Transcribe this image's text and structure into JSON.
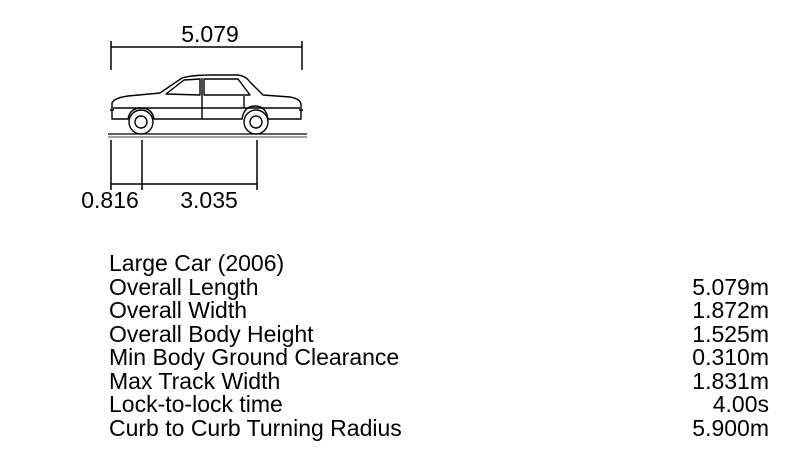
{
  "drawing": {
    "overall_length_dim": "5.079",
    "front_overhang_dim": "0.816",
    "wheelbase_dim": "3.035"
  },
  "specs": {
    "title": "Large Car (2006)",
    "rows": [
      {
        "label": "Overall Length",
        "value": "5.079m"
      },
      {
        "label": "Overall Width",
        "value": "1.872m"
      },
      {
        "label": "Overall Body Height",
        "value": "1.525m"
      },
      {
        "label": "Min Body Ground Clearance",
        "value": "0.310m"
      },
      {
        "label": "Max Track Width",
        "value": "1.831m"
      },
      {
        "label": "Lock-to-lock time",
        "value": "4.00s"
      },
      {
        "label": "Curb to Curb Turning Radius",
        "value": "5.900m"
      }
    ]
  }
}
